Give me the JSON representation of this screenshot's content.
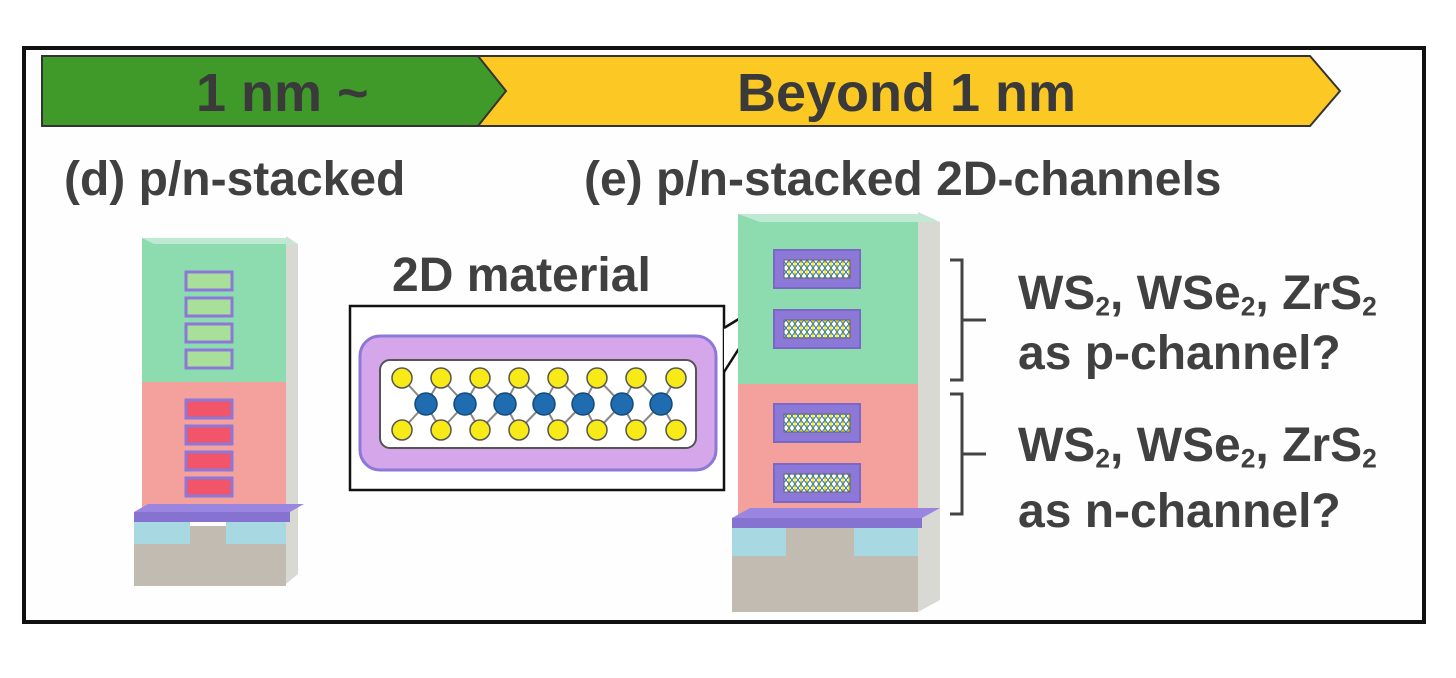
{
  "banner": {
    "segment_1": "1 nm ~",
    "segment_2": "Beyond 1 nm",
    "colors": {
      "green": "#3f9a2a",
      "yellow": "#fcc924"
    }
  },
  "panel_d": {
    "label": "(d) p/n-stacked"
  },
  "panel_e": {
    "label": "(e) p/n-stacked 2D-channels"
  },
  "callout": {
    "label": "2D material"
  },
  "p_channel": {
    "formula": {
      "a": "WS",
      "a_sub": "2",
      "b": ", WSe",
      "b_sub": "2",
      "c": ", ZrS",
      "c_sub": "2"
    },
    "role": "as p-channel?"
  },
  "n_channel": {
    "formula": {
      "a": "WS",
      "a_sub": "2",
      "b": ", WSe",
      "b_sub": "2",
      "c": ", ZrS",
      "c_sub": "2"
    },
    "role": "as n-channel?"
  },
  "colors": {
    "p_region": "#8cdcb0",
    "n_region": "#f4a09c",
    "channel_border": "#8c78d8",
    "atom_yellow": "#f7ea17",
    "atom_blue": "#1f6db0",
    "substrate": "#c2bbb1",
    "sti": "#a8d8e2"
  }
}
